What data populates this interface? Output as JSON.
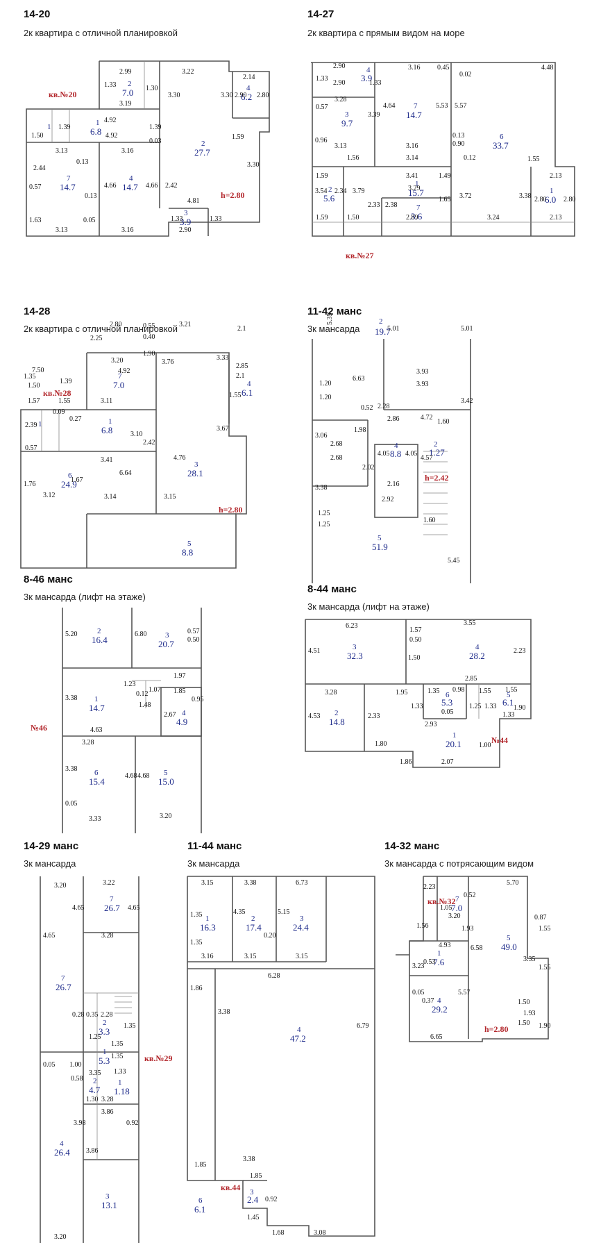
{
  "plans": [
    {
      "id": "p1",
      "title": "14-20",
      "subtitle": "2к квартира с отличной планировкой",
      "apt_label": "кв.№20",
      "height_label": "h=2.80",
      "rooms": [
        {
          "n": "1",
          "a": "6.8"
        },
        {
          "n": "2",
          "a": "7.0"
        },
        {
          "n": "2",
          "a": "27.7"
        },
        {
          "n": "3",
          "a": "3.9"
        },
        {
          "n": "4",
          "a": "6.2"
        },
        {
          "n": "4",
          "a": "14.7"
        },
        {
          "n": "7",
          "a": "14.7"
        },
        {
          "n": "1",
          "a": ""
        }
      ],
      "dims": [
        "2.99",
        "3.22",
        "2.14",
        "1.33",
        "3.19",
        "1.30",
        "3.30",
        "3.30",
        "2.90",
        "2.80",
        "4.92",
        "1.59",
        "3.13",
        "3.16",
        "0.13",
        "0.03",
        "2.44",
        "4.66",
        "4.66",
        "2.42",
        "3.30",
        "0.57",
        "4.81",
        "1.63",
        "3.13",
        "3.16",
        "2.90",
        "1.33",
        "1.33",
        "0.13",
        "0.05",
        "1.50",
        "1.39",
        "1.39",
        "4.92"
      ]
    },
    {
      "id": "p2",
      "title": "14-27",
      "subtitle": "2к квартира с прямым видом на море",
      "apt_label": "кв.№27",
      "height_label": "",
      "rooms": [
        {
          "n": "4",
          "a": "3.9"
        },
        {
          "n": "7",
          "a": "14.7"
        },
        {
          "n": "3",
          "a": "9.7"
        },
        {
          "n": "6",
          "a": "33.7"
        },
        {
          "n": "1",
          "a": "15.7"
        },
        {
          "n": "2",
          "a": "5.6"
        },
        {
          "n": "7",
          "a": "3.6"
        },
        {
          "n": "1",
          "a": "6.0"
        }
      ],
      "dims": [
        "2.90",
        "3.16",
        "1.33",
        "2.90",
        "1.33",
        "4.48",
        "3.28",
        "4.64",
        "5.53",
        "5.57",
        "0.57",
        "3.39",
        "0.96",
        "3.13",
        "3.16",
        "0.13",
        "0.90",
        "0.12",
        "1.55",
        "1.56",
        "3.14",
        "1.59",
        "3.41",
        "1.49",
        "2.13",
        "3.54",
        "2.34",
        "3.79",
        "3.29",
        "2.33",
        "2.38",
        "1.65",
        "3.72",
        "3.38",
        "2.80",
        "2.80",
        "1.59",
        "1.50",
        "2.89",
        "3.24",
        "2.13",
        "0.45",
        "0.02"
      ]
    },
    {
      "id": "p3",
      "title": "14-28",
      "subtitle": "2к квартира с отличной планировкой",
      "apt_label": "кв.№28",
      "height_label": "h=2.80",
      "rooms": [
        {
          "n": "7",
          "a": "7.0"
        },
        {
          "n": "4",
          "a": "6.1"
        },
        {
          "n": "1",
          "a": "6.8"
        },
        {
          "n": "3",
          "a": "28.1"
        },
        {
          "n": "6",
          "a": "24.9"
        },
        {
          "n": "5",
          "a": "8.8"
        },
        {
          "n": "1",
          "a": ""
        }
      ],
      "dims": [
        "2.80",
        "3.21",
        "2.1",
        "2.25",
        "0.55",
        "0.40",
        "3.76",
        "3.33",
        "2.85",
        "3.20",
        "1.90",
        "2.1",
        "7.50",
        "1.39",
        "4.92",
        "1.35",
        "1.50",
        "1.57",
        "1.55",
        "3.11",
        "1.55",
        "2.39",
        "0.09",
        "0.27",
        "3.10",
        "3.67",
        "0.57",
        "2.42",
        "3.41",
        "4.76",
        "1.76",
        "1.67",
        "6.64",
        "3.12",
        "3.14",
        "3.15"
      ]
    },
    {
      "id": "p4",
      "title": "11-42 манс",
      "subtitle": "3к мансарда",
      "apt_label": "",
      "height_label": "h=2.42",
      "rooms": [
        {
          "n": "2",
          "a": "19.7"
        },
        {
          "n": "4",
          "a": "8.8"
        },
        {
          "n": "2",
          "a": "1.27"
        },
        {
          "n": "5",
          "a": "51.9"
        }
      ],
      "dims": [
        "5.35",
        "6.63",
        "5.01",
        "5.01",
        "3.93",
        "3.93",
        "1.20",
        "1.20",
        "0.52",
        "2.28",
        "3.42",
        "2.86",
        "4.72",
        "1.60",
        "3.06",
        "1.98",
        "4.05",
        "4.05",
        "4.57",
        "2.68",
        "2.68",
        "2.02",
        "3.38",
        "2.16",
        "2.92",
        "1.25",
        "1.25",
        "1.60",
        "5.45"
      ]
    },
    {
      "id": "p5",
      "title": "8-46 манс",
      "subtitle": "3к мансарда (лифт на этаже)",
      "apt_label": "№46",
      "height_label": "",
      "rooms": [
        {
          "n": "2",
          "a": "16.4"
        },
        {
          "n": "3",
          "a": "20.7"
        },
        {
          "n": "1",
          "a": "14.7"
        },
        {
          "n": "4",
          "a": "4.9"
        },
        {
          "n": "6",
          "a": "15.4"
        },
        {
          "n": "5",
          "a": "15.0"
        }
      ],
      "dims": [
        "5.20",
        "6.80",
        "0.57",
        "0.50",
        "1.97",
        "1.23",
        "1.07",
        "1.85",
        "3.38",
        "0.12",
        "1.48",
        "2.67",
        "0.95",
        "4.63",
        "3.28",
        "3.38",
        "4.68",
        "4.68",
        "0.05",
        "3.33",
        "3.20"
      ]
    },
    {
      "id": "p6",
      "title": "8-44 манс",
      "subtitle": "3к мансарда (лифт на этаже)",
      "apt_label": "№44",
      "height_label": "",
      "rooms": [
        {
          "n": "3",
          "a": "32.3"
        },
        {
          "n": "4",
          "a": "28.2"
        },
        {
          "n": "6",
          "a": "5.3"
        },
        {
          "n": "5",
          "a": "6.1"
        },
        {
          "n": "2",
          "a": "14.8"
        },
        {
          "n": "1",
          "a": "20.1"
        }
      ],
      "dims": [
        "6.23",
        "3.55",
        "1.57",
        "0.50",
        "4.51",
        "1.50",
        "2.23",
        "2.85",
        "1.35",
        "0.98",
        "1.55",
        "1.55",
        "3.28",
        "1.95",
        "1.33",
        "1.25",
        "1.33",
        "1.90",
        "4.53",
        "2.33",
        "2.93",
        "1.33",
        "1.80",
        "1.00",
        "1.86",
        "2.07",
        "0.05"
      ]
    },
    {
      "id": "p7",
      "title": "14-29 манс",
      "subtitle": "3к мансарда",
      "apt_label": "кв.№29",
      "height_label": "",
      "rooms": [
        {
          "n": "7",
          "a": "26.7"
        },
        {
          "n": "7",
          "a": "26.7"
        },
        {
          "n": "2",
          "a": "3.3"
        },
        {
          "n": "1",
          "a": "5.3"
        },
        {
          "n": "2",
          "a": "4.7"
        },
        {
          "n": "1",
          "a": "1.18"
        },
        {
          "n": "4",
          "a": "26.4"
        },
        {
          "n": "3",
          "a": "13.1"
        }
      ],
      "dims": [
        "3.20",
        "3.22",
        "4.65",
        "4.65",
        "4.65",
        "3.28",
        "0.28",
        "0.35",
        "2.28",
        "1.35",
        "1.25",
        "1.00",
        "1.35",
        "1.35",
        "0.05",
        "0.58",
        "3.35",
        "1.33",
        "1.30",
        "3.28",
        "3.86",
        "3.98",
        "3.86",
        "3.20",
        "0.92"
      ]
    },
    {
      "id": "p8",
      "title": "11-44 манс",
      "subtitle": "3к мансарда",
      "apt_label": "кв.44",
      "height_label": "",
      "rooms": [
        {
          "n": "1",
          "a": "16.3"
        },
        {
          "n": "2",
          "a": "17.4"
        },
        {
          "n": "3",
          "a": "24.4"
        },
        {
          "n": "6",
          "a": "6.1"
        },
        {
          "n": "4",
          "a": "47.2"
        },
        {
          "n": "3",
          "a": "2.4"
        }
      ],
      "dims": [
        "3.15",
        "3.38",
        "6.73",
        "1.35",
        "4.35",
        "5.15",
        "1.35",
        "0.20",
        "3.16",
        "3.15",
        "3.15",
        "6.28",
        "1.86",
        "3.38",
        "6.79",
        "1.85",
        "3.38",
        "1.85",
        "1.45",
        "1.68",
        "3.08",
        "0.92"
      ]
    },
    {
      "id": "p9",
      "title": "14-32 манс",
      "subtitle": "3к мансарда с потрясающим видом",
      "apt_label": "кв.№32",
      "height_label": "h=2.80",
      "rooms": [
        {
          "n": "7",
          "a": "7.0"
        },
        {
          "n": "5",
          "a": "49.0"
        },
        {
          "n": "1",
          "a": "7.6"
        },
        {
          "n": "4",
          "a": "29.2"
        }
      ],
      "dims": [
        "5.70",
        "2.23",
        "0.52",
        "1.05",
        "3.20",
        "0.87",
        "1.56",
        "1.93",
        "1.55",
        "4.93",
        "6.58",
        "0.53",
        "3.35",
        "1.55",
        "3.23",
        "5.57",
        "0.05",
        "0.37",
        "1.50",
        "1.93",
        "1.50",
        "6.65",
        "1.90"
      ]
    }
  ]
}
